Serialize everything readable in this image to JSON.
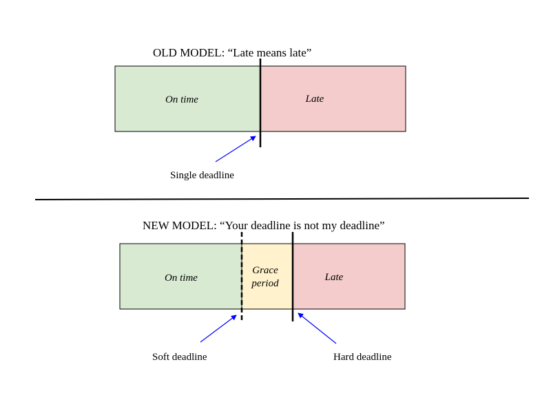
{
  "old_model": {
    "title": "OLD MODEL: “Late means late”",
    "on_time_label": "On time",
    "late_label": "Late",
    "deadline_caption": "Single deadline"
  },
  "new_model": {
    "title": "NEW MODEL: “Your deadline is not my deadline”",
    "on_time_label": "On time",
    "grace_label_line1": "Grace",
    "grace_label_line2": "period",
    "late_label": "Late",
    "soft_deadline_caption": "Soft deadline",
    "hard_deadline_caption": "Hard deadline"
  },
  "colors": {
    "on_time": "#d9ead3",
    "late": "#f4cccc",
    "grace": "#fff2cc",
    "arrow": "#0000ff",
    "line": "#000000"
  }
}
